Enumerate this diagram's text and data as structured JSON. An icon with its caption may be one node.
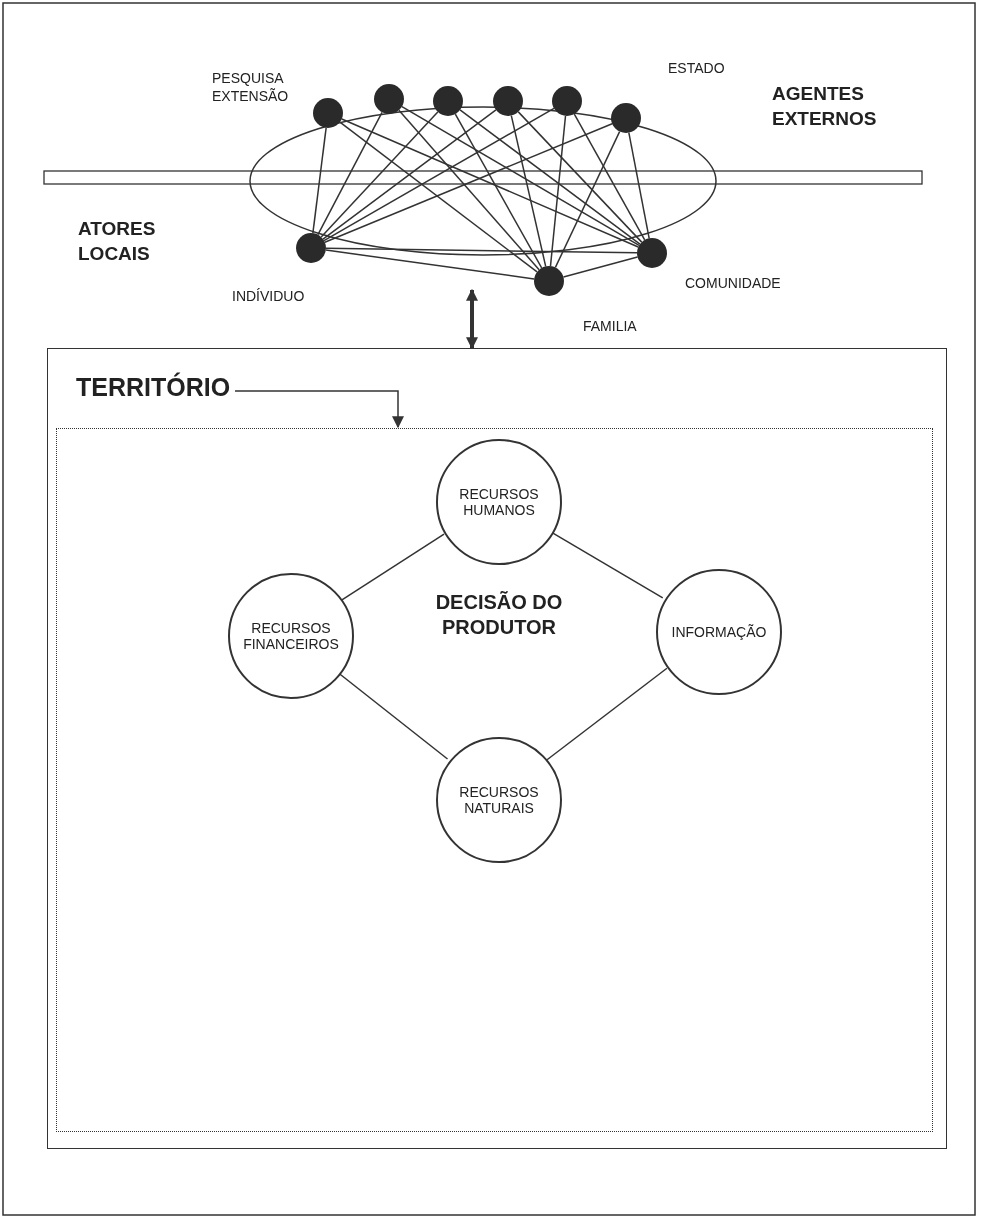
{
  "diagram": {
    "nodes": [
      {
        "text": [],
        "shape": "circle",
        "beside": [
          "PESQUISA EXTENSÃO"
        ]
      },
      {
        "text": [],
        "shape": "circle"
      },
      {
        "text": [],
        "shape": "circle"
      },
      {
        "text": [],
        "shape": "circle"
      },
      {
        "text": [],
        "shape": "circle"
      },
      {
        "text": [],
        "shape": "circle",
        "beside": [
          "ESTADO"
        ]
      },
      {
        "text": [],
        "shape": "circle",
        "beside": [
          "INDÍVIDUO"
        ]
      },
      {
        "text": [],
        "shape": "circle",
        "beside": [
          "FAMILIA"
        ]
      },
      {
        "text": [],
        "shape": "circle",
        "beside": [
          "COMUNIDADE"
        ]
      },
      {
        "text": [],
        "shape": "box"
      },
      {
        "text": [
          "TERRITÓRIO"
        ],
        "in": 9
      },
      {
        "text": [
          "DECISÃO DO PRODUTOR"
        ],
        "in": 9
      },
      {
        "text": [
          "RECURSOS HUMANOS"
        ],
        "in": 11
      },
      {
        "text": [
          "RECURSOS FINANCEIROS"
        ],
        "in": 11
      },
      {
        "text": [
          "INFORMAÇÃO"
        ],
        "in": 11
      },
      {
        "text": [
          "RECURSOS NATURAIS"
        ],
        "in": 11
      }
    ],
    "edges": [
      {
        "from": 0,
        "to": 6,
        "arrow": "none"
      },
      {
        "from": 0,
        "to": 7,
        "arrow": "none"
      },
      {
        "from": 0,
        "to": 8,
        "arrow": "none"
      },
      {
        "from": 1,
        "to": 6,
        "arrow": "none"
      },
      {
        "from": 1,
        "to": 7,
        "arrow": "none"
      },
      {
        "from": 1,
        "to": 8,
        "arrow": "none"
      },
      {
        "from": 2,
        "to": 6,
        "arrow": "none"
      },
      {
        "from": 2,
        "to": 7,
        "arrow": "none"
      },
      {
        "from": 2,
        "to": 8,
        "arrow": "none"
      },
      {
        "from": 3,
        "to": 6,
        "arrow": "none"
      },
      {
        "from": 3,
        "to": 7,
        "arrow": "none"
      },
      {
        "from": 3,
        "to": 8,
        "arrow": "none"
      },
      {
        "from": 4,
        "to": 6,
        "arrow": "none"
      },
      {
        "from": 4,
        "to": 7,
        "arrow": "none"
      },
      {
        "from": 4,
        "to": 8,
        "arrow": "none"
      },
      {
        "from": 5,
        "to": 6,
        "arrow": "none"
      },
      {
        "from": 5,
        "to": 7,
        "arrow": "none"
      },
      {
        "from": 5,
        "to": 8,
        "arrow": "none"
      },
      {
        "from": 6,
        "to": 8,
        "arrow": "none"
      },
      {
        "from": 6,
        "to": 7,
        "arrow": "none"
      },
      {
        "from": 7,
        "to": 8,
        "arrow": "none"
      },
      {
        "from": null,
        "to": 9,
        "arrow": "both",
        "style": "thick"
      },
      {
        "from": 10,
        "to": 11,
        "arrow": "to"
      },
      {
        "from": 12,
        "to": 14,
        "arrow": "none"
      },
      {
        "from": 14,
        "to": 15,
        "arrow": "none"
      },
      {
        "from": 15,
        "to": 13,
        "arrow": "none"
      },
      {
        "from": 13,
        "to": 12,
        "arrow": "none"
      }
    ],
    "labels": [
      "AGENTES EXTERNOS",
      "ATORES LOCAIS"
    ]
  }
}
